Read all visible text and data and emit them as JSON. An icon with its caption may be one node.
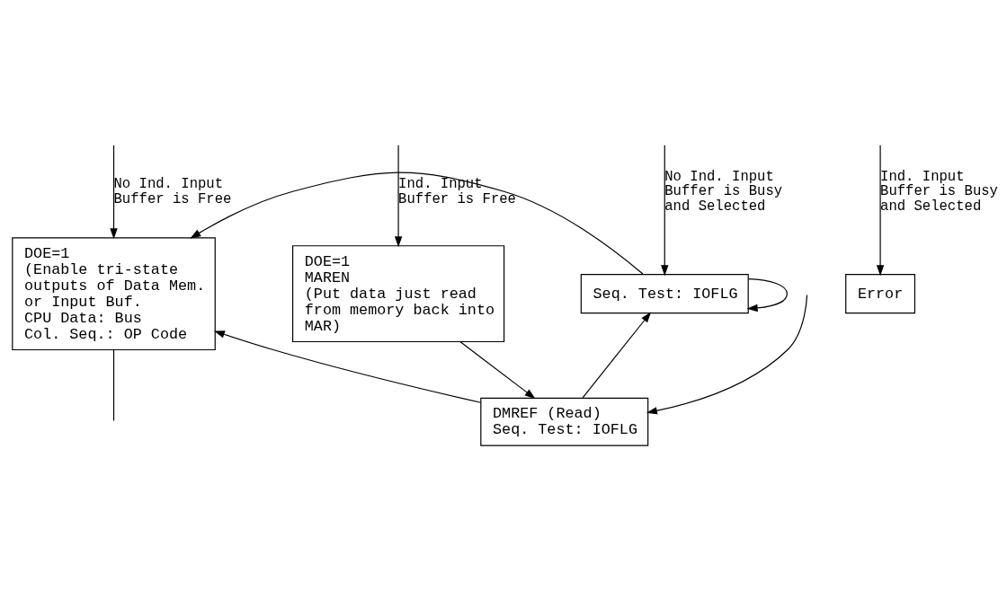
{
  "diagram": {
    "nodes": [
      {
        "text": [
          "DOE=1",
          "(Enable tri-state outputs of Data Mem. or Input Buf.",
          "CPU Data: Bus",
          "Col. Seq.: OP Code"
        ]
      },
      {
        "text": [
          "DOE=1",
          "MAREN",
          "(Put data just read from memory back into MAR)"
        ]
      },
      {
        "text": [
          "Seq. Test: IOFLG"
        ]
      },
      {
        "text": [
          "Error"
        ]
      },
      {
        "text": [
          "DMREF (Read)",
          "Seq. Test: IOFLG"
        ]
      }
    ],
    "edges": [
      {
        "from": null,
        "to": 0,
        "arrow": "to",
        "label": "No Ind. Input Buffer is Free"
      },
      {
        "from": null,
        "to": 1,
        "arrow": "to",
        "label": "Ind. Input Buffer is Free"
      },
      {
        "from": null,
        "to": 2,
        "arrow": "to",
        "label": "No Ind. Input Buffer is Busy and Selected"
      },
      {
        "from": null,
        "to": 3,
        "arrow": "to",
        "label": "Ind. Input Buffer is Busy and Selected"
      },
      {
        "from": 1,
        "to": 4,
        "arrow": "to"
      },
      {
        "from": 4,
        "to": 0,
        "arrow": "to"
      },
      {
        "from": 4,
        "to": 2,
        "arrow": "to"
      },
      {
        "from": 2,
        "to": 0,
        "arrow": "to"
      },
      {
        "from": 2,
        "to": 2,
        "arrow": "to"
      },
      {
        "from": 0,
        "to": null,
        "arrow": "none"
      },
      {
        "from": null,
        "to": 4,
        "arrow": "to"
      }
    ]
  }
}
